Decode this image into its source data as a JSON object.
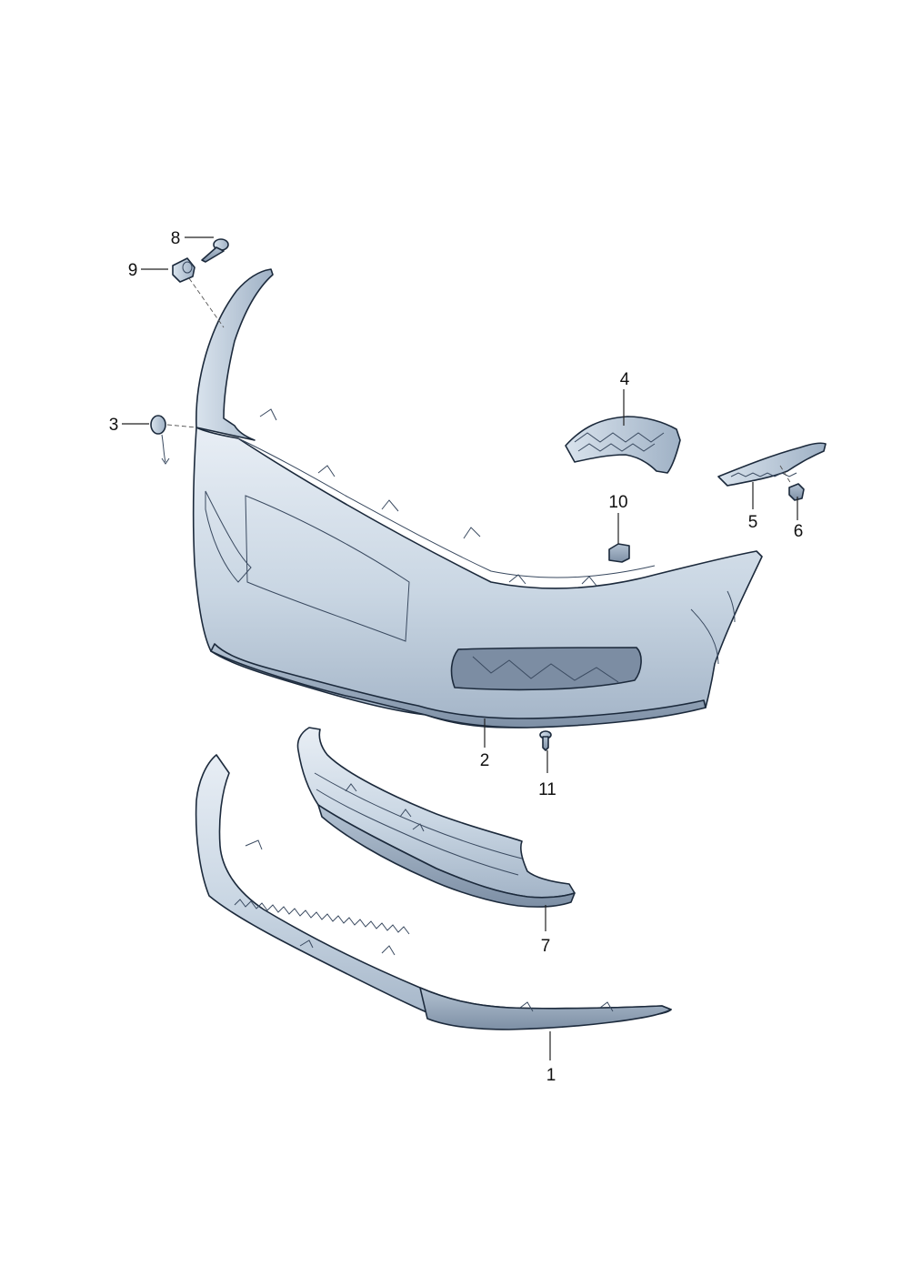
{
  "diagram": {
    "colors": {
      "part_fill_light": "#dde6ef",
      "part_fill_mid": "#b7c6d6",
      "part_fill_dark": "#8a9bb0",
      "outline": "#1c2a3c"
    },
    "parts": [
      {
        "number": "1",
        "name": "lower-spoiler"
      },
      {
        "number": "2",
        "name": "bumper-cover"
      },
      {
        "number": "3",
        "name": "tow-eye-cap"
      },
      {
        "number": "4",
        "name": "mounting-bracket"
      },
      {
        "number": "5",
        "name": "side-guide"
      },
      {
        "number": "6",
        "name": "expansion-nut"
      },
      {
        "number": "7",
        "name": "lower-grille"
      },
      {
        "number": "8",
        "name": "screw"
      },
      {
        "number": "9",
        "name": "grommet"
      },
      {
        "number": "10",
        "name": "clip"
      },
      {
        "number": "11",
        "name": "rivet"
      }
    ]
  }
}
